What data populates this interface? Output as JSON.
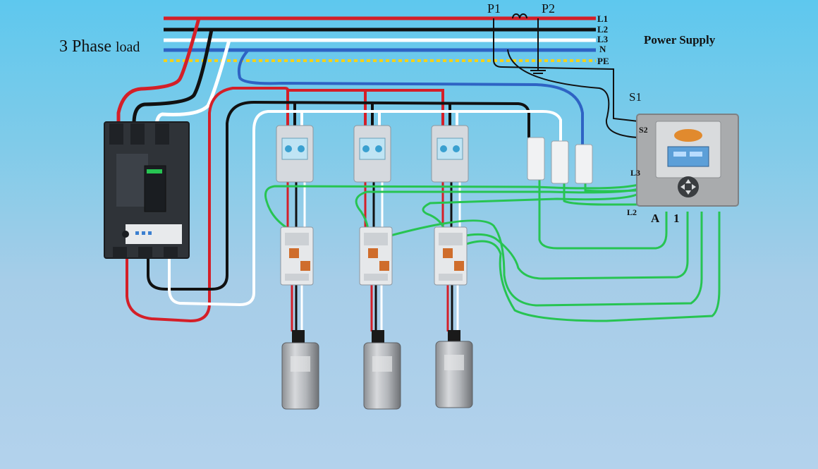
{
  "labels": {
    "load": "3 Phase",
    "load_suffix": "load",
    "power_supply": "Power Supply",
    "ct_p1": "P1",
    "ct_p2": "P2",
    "ct_s1": "S1",
    "bus_l1": "L1",
    "bus_l2": "L2",
    "bus_l3": "L3",
    "bus_n": "N",
    "bus_pe": "PE",
    "ctrl_s2": "S2",
    "ctrl_l3": "L3",
    "ctrl_l2": "L2",
    "ctrl_a": "A",
    "ctrl_1": "1"
  },
  "colors": {
    "l1": "#d41f28",
    "l2": "#111111",
    "l3": "#ffffff",
    "neutral": "#2e63c4",
    "pe": "#f2d21a",
    "control": "#27c452"
  }
}
